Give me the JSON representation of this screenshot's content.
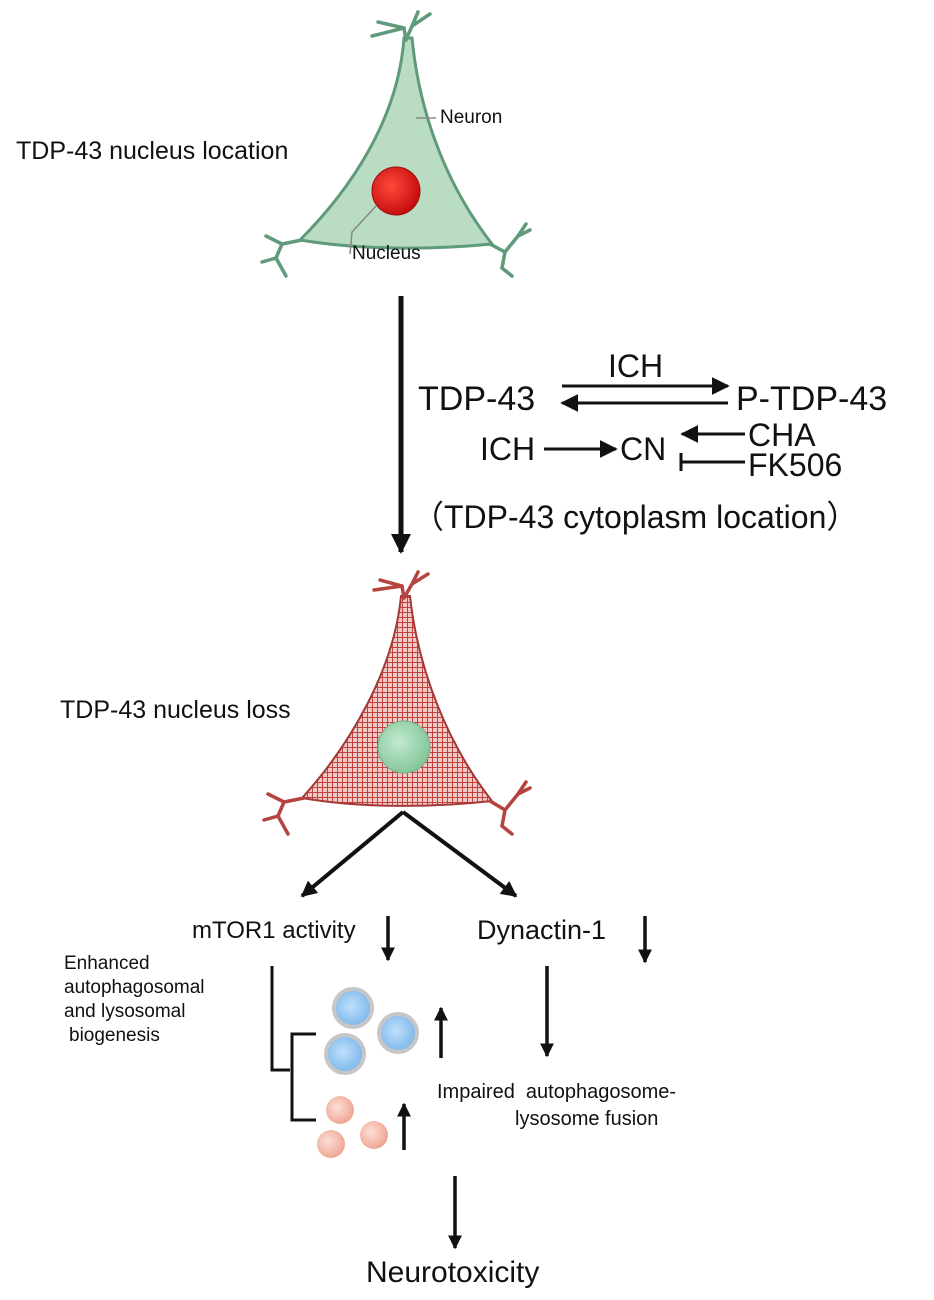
{
  "labels": {
    "state_top": "TDP-43 nucleus location",
    "neuron": "Neuron",
    "nucleus": "Nucleus",
    "state_bottom": "TDP-43 nucleus loss",
    "cytoplasm_location": "（TDP-43 cytoplasm location）",
    "mtor": "mTOR1 activity",
    "dynactin": "Dynactin-1",
    "enhanced_lines": [
      "Enhanced",
      "autophagosomal",
      "and lysosomal",
      "biogenesis"
    ],
    "impaired_lines": [
      "Impaired  autophagosome-",
      "lysosome fusion"
    ],
    "outcome": "Neurotoxicity"
  },
  "reactions": {
    "tdp43": "TDP-43",
    "ich_top": "ICH",
    "ptdp43": "P-TDP-43",
    "ich_left": "ICH",
    "cn": "CN",
    "cha": "CHA",
    "fk506": "FK506"
  },
  "colors": {
    "neuron_fill": "#b9dcc3",
    "neuron_stroke": "#5f9a7a",
    "nucleus_red": "#e01a1a",
    "hatched_red": "#c0423f",
    "nucleus_green": "#9fd6b0",
    "autophagosome": "#8ec3ee",
    "lysosome": "#f3b7a9",
    "arrow": "#111111"
  }
}
